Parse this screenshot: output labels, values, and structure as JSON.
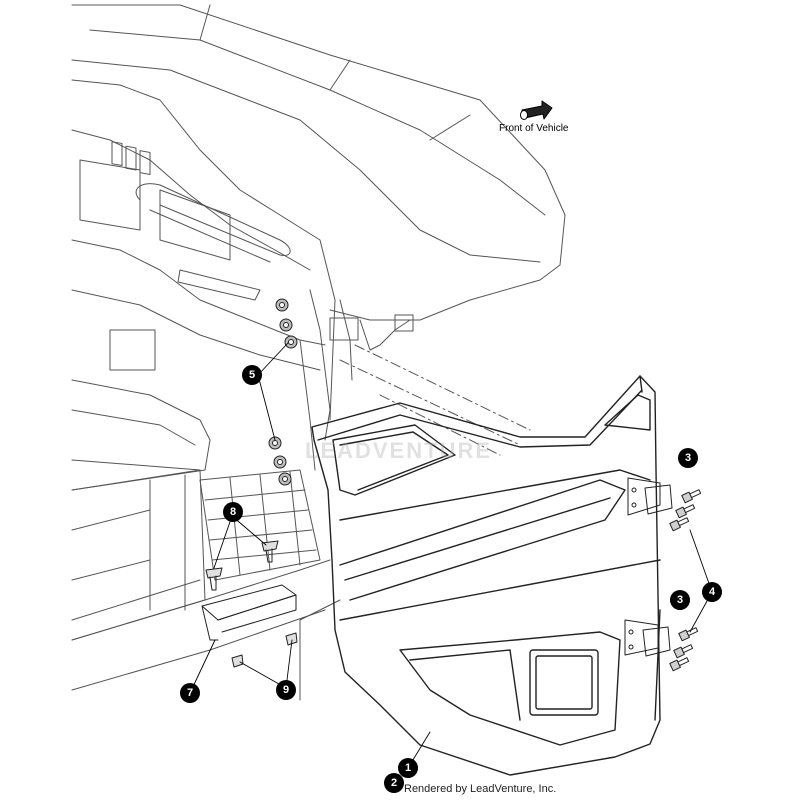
{
  "front_indicator": {
    "label": "Front of Vehicle",
    "icon": "arrow-icon"
  },
  "credit": "Rendered by LeadVenture, Inc.",
  "watermark": "LEADVENTURE",
  "callouts": [
    "1",
    "2",
    "3",
    "3",
    "4",
    "5",
    "7",
    "8",
    "9"
  ]
}
